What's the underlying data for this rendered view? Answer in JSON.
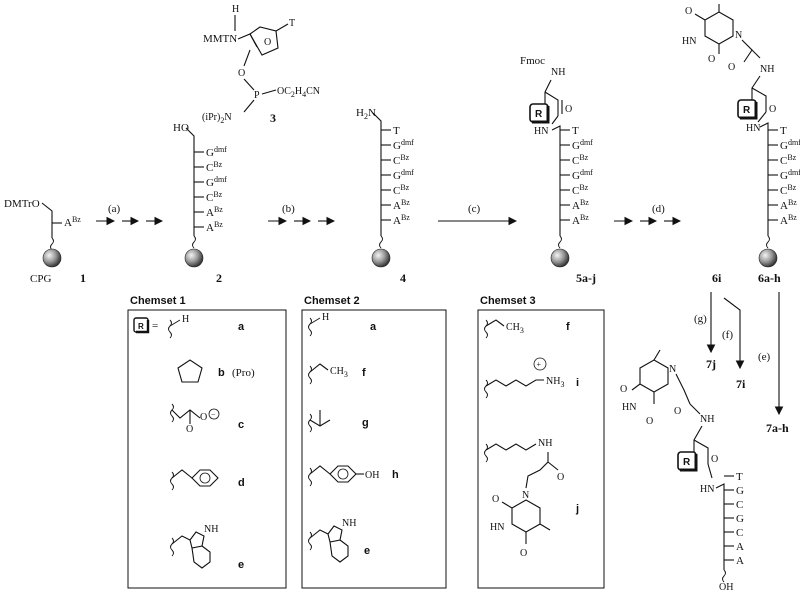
{
  "reagents": {
    "amidite_label": "MMTN",
    "amidite_h": "H",
    "amidite_base": "T",
    "amidite_p": "P",
    "amidite_o1": "O",
    "amidite_oce": "OC2H4CN",
    "amidite_amine": "(iPr)2N",
    "steps": [
      "(a)",
      "(b)",
      "(c)",
      "(d)",
      "(e)",
      "(f)",
      "(g)"
    ]
  },
  "compounds": {
    "c1": "1",
    "c2": "2",
    "c3": "3",
    "c4": "4",
    "c5": "5a-j",
    "c6i": "6i",
    "c6ah": "6a-h",
    "c7j": "7j",
    "c7i": "7i",
    "c7ah": "7a-h"
  },
  "support": {
    "cpg": "CPG",
    "dmtro": "DMTrO",
    "ho": "HO",
    "h2n": "H2N",
    "fmoc": "Fmoc",
    "nh": "NH",
    "hn": "HN",
    "o": "O",
    "r": "R"
  },
  "sequence": {
    "protected": [
      "T",
      "Gdmf",
      "CBz",
      "Gdmf",
      "CBz",
      "ABz",
      "ABz"
    ],
    "deprotected": [
      "T",
      "G",
      "C",
      "G",
      "C",
      "A",
      "A"
    ],
    "oh": "OH",
    "start_base": "ABz"
  },
  "chemsets": [
    {
      "title": "Chemset 1",
      "r_equals": "=",
      "items": [
        {
          "group": "H",
          "letter": "a"
        },
        {
          "group": "",
          "letter": "b",
          "note": "(Pro)"
        },
        {
          "group": "",
          "letter": "c",
          "charge": "−"
        },
        {
          "group": "",
          "letter": "d"
        },
        {
          "group": "NH",
          "letter": "e"
        }
      ]
    },
    {
      "title": "Chemset 2",
      "items": [
        {
          "group": "H",
          "letter": "a"
        },
        {
          "group": "CH3",
          "letter": "f"
        },
        {
          "group": "",
          "letter": "g"
        },
        {
          "group": "OH",
          "letter": "h"
        },
        {
          "group": "NH",
          "letter": "e"
        }
      ]
    },
    {
      "title": "Chemset 3",
      "items": [
        {
          "group": "CH3",
          "letter": "f"
        },
        {
          "group": "NH3",
          "letter": "i",
          "charge": "+"
        },
        {
          "group": "NH",
          "letter": "j"
        }
      ]
    }
  ],
  "thymine": {
    "hn": "HN",
    "n": "N",
    "o": "O",
    "nh": "NH"
  }
}
